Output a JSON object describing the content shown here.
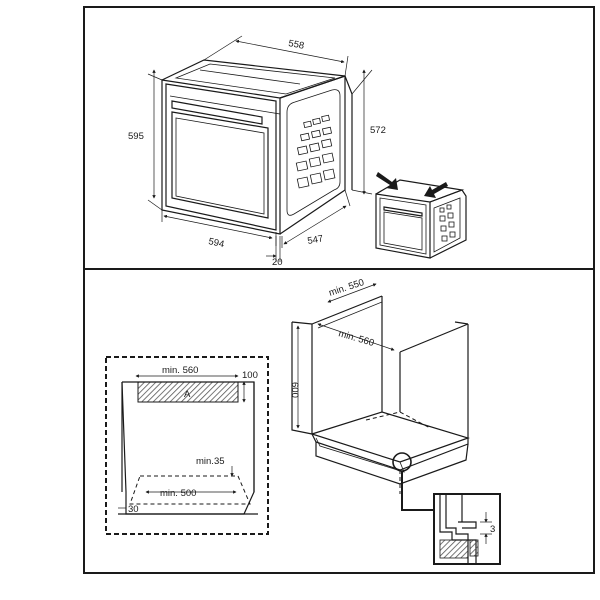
{
  "top_panel": {
    "dim_width": "558",
    "dim_height_front": "595",
    "dim_height_side": "572",
    "dim_front_width": "594",
    "dim_depth": "547",
    "dim_door": "20"
  },
  "bottom_panel": {
    "plan_min_width": "min. 560",
    "plan_depth": "100",
    "plan_area_label": "A",
    "plan_min_gap": "min.35",
    "plan_min_bottom": "min. 500",
    "plan_offset": "30",
    "cabinet_min_depth": "min. 550",
    "cabinet_min_width": "min. 560",
    "cabinet_height": "600",
    "detail_gap": "3"
  },
  "colors": {
    "line": "#1a1a1a",
    "hatch": "#555555",
    "background": "#ffffff"
  }
}
